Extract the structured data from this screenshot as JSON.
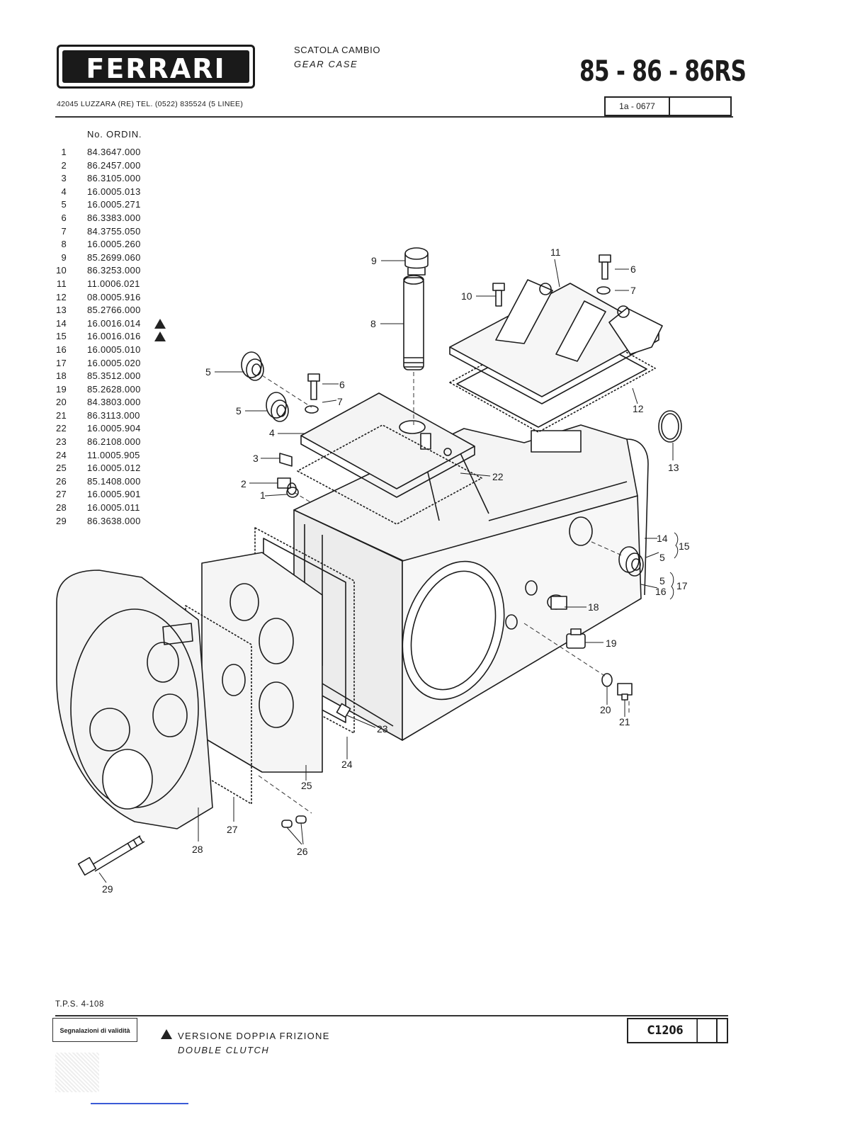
{
  "header": {
    "logo_text": "FERRARI",
    "address": "42045 LUZZARA (RE)   TEL. (0522) 835524 (5 LINEE)",
    "title_it": "SCATOLA CAMBIO",
    "title_en": "GEAR CASE",
    "models": "85 - 86 - 86RS",
    "ref_code": "1a - 0677"
  },
  "parts_table": {
    "column_header": "No. ORDIN.",
    "rows": [
      {
        "num": "1",
        "code": "84.3647.000",
        "double_clutch": false
      },
      {
        "num": "2",
        "code": "86.2457.000",
        "double_clutch": false
      },
      {
        "num": "3",
        "code": "86.3105.000",
        "double_clutch": false
      },
      {
        "num": "4",
        "code": "16.0005.013",
        "double_clutch": false
      },
      {
        "num": "5",
        "code": "16.0005.271",
        "double_clutch": false
      },
      {
        "num": "6",
        "code": "86.3383.000",
        "double_clutch": false
      },
      {
        "num": "7",
        "code": "84.3755.050",
        "double_clutch": false
      },
      {
        "num": "8",
        "code": "16.0005.260",
        "double_clutch": false
      },
      {
        "num": "9",
        "code": "85.2699.060",
        "double_clutch": false
      },
      {
        "num": "10",
        "code": "86.3253.000",
        "double_clutch": false
      },
      {
        "num": "11",
        "code": "11.0006.021",
        "double_clutch": false
      },
      {
        "num": "12",
        "code": "08.0005.916",
        "double_clutch": false
      },
      {
        "num": "13",
        "code": "85.2766.000",
        "double_clutch": false
      },
      {
        "num": "14",
        "code": "16.0016.014",
        "double_clutch": true
      },
      {
        "num": "15",
        "code": "16.0016.016",
        "double_clutch": true
      },
      {
        "num": "16",
        "code": "16.0005.010",
        "double_clutch": false
      },
      {
        "num": "17",
        "code": "16.0005.020",
        "double_clutch": false
      },
      {
        "num": "18",
        "code": "85.3512.000",
        "double_clutch": false
      },
      {
        "num": "19",
        "code": "85.2628.000",
        "double_clutch": false
      },
      {
        "num": "20",
        "code": "84.3803.000",
        "double_clutch": false
      },
      {
        "num": "21",
        "code": "86.3113.000",
        "double_clutch": false
      },
      {
        "num": "22",
        "code": "16.0005.904",
        "double_clutch": false
      },
      {
        "num": "23",
        "code": "86.2108.000",
        "double_clutch": false
      },
      {
        "num": "24",
        "code": "11.0005.905",
        "double_clutch": false
      },
      {
        "num": "25",
        "code": "16.0005.012",
        "double_clutch": false
      },
      {
        "num": "26",
        "code": "85.1408.000",
        "double_clutch": false
      },
      {
        "num": "27",
        "code": "16.0005.901",
        "double_clutch": false
      },
      {
        "num": "28",
        "code": "16.0005.011",
        "double_clutch": false
      },
      {
        "num": "29",
        "code": "86.3638.000",
        "double_clutch": false
      }
    ]
  },
  "diagram": {
    "callouts": {
      "c1": "1",
      "c2": "2",
      "c3": "3",
      "c4": "4",
      "c5a": "5",
      "c5b": "5",
      "c5c": "5",
      "c5d": "5",
      "c6a": "6",
      "c6b": "6",
      "c7a": "7",
      "c7b": "7",
      "c8": "8",
      "c9": "9",
      "c10": "10",
      "c11": "11",
      "c12": "12",
      "c13": "13",
      "c14": "14",
      "c15": "15",
      "c16": "16",
      "c17": "17",
      "c18": "18",
      "c19": "19",
      "c20": "20",
      "c21": "21",
      "c22": "22",
      "c23": "23",
      "c24": "24",
      "c25": "25",
      "c26": "26",
      "c27": "27",
      "c28": "28",
      "c29": "29"
    }
  },
  "footer": {
    "tps": "T.P.S. 4-108",
    "validity_label": "Segnalazioni di validità",
    "legend_it": "VERSIONE DOPPIA FRIZIONE",
    "legend_en": "DOUBLE CLUTCH",
    "page_code": "C1206"
  }
}
